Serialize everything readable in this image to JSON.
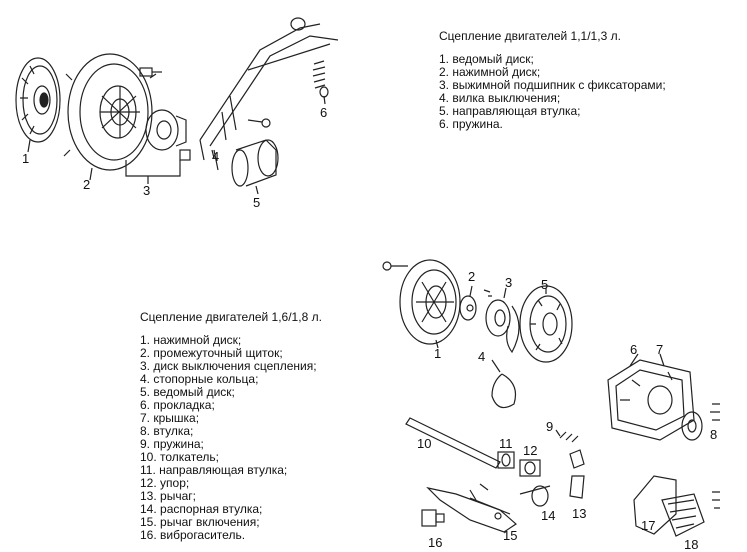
{
  "caption_top": {
    "title": "Сцепление двигателей 1,1/1,3 л.",
    "items": [
      "1. ведомый диск;",
      "2. нажимной диск;",
      "3. выжимной подшипник с фиксаторами;",
      "4. вилка выключения;",
      "5. направляющая втулка;",
      "6. пружина."
    ]
  },
  "caption_bottom": {
    "title": "Сцепление двигателей 1,6/1,8 л.",
    "items": [
      "1. нажимной диск;",
      "2. промежуточный щиток;",
      "3. диск выключения сцепления;",
      "4. стопорные кольца;",
      "5. ведомый диск;",
      "6. прокладка;",
      "7. крышка;",
      "8. втулка;",
      "9. пружина;",
      "10. толкатель;",
      "11. направляющая втулка;",
      "12. упор;",
      "13. рычаг;",
      "14. распорная втулка;",
      "15. рычаг включения;",
      "16. виброгаситель."
    ]
  },
  "callouts_top": [
    "1",
    "2",
    "3",
    "4",
    "5",
    "6"
  ],
  "callouts_bottom": [
    "1",
    "2",
    "3",
    "4",
    "5",
    "6",
    "7",
    "8",
    "9",
    "10",
    "11",
    "12",
    "13",
    "14",
    "15",
    "16",
    "17",
    "18"
  ]
}
